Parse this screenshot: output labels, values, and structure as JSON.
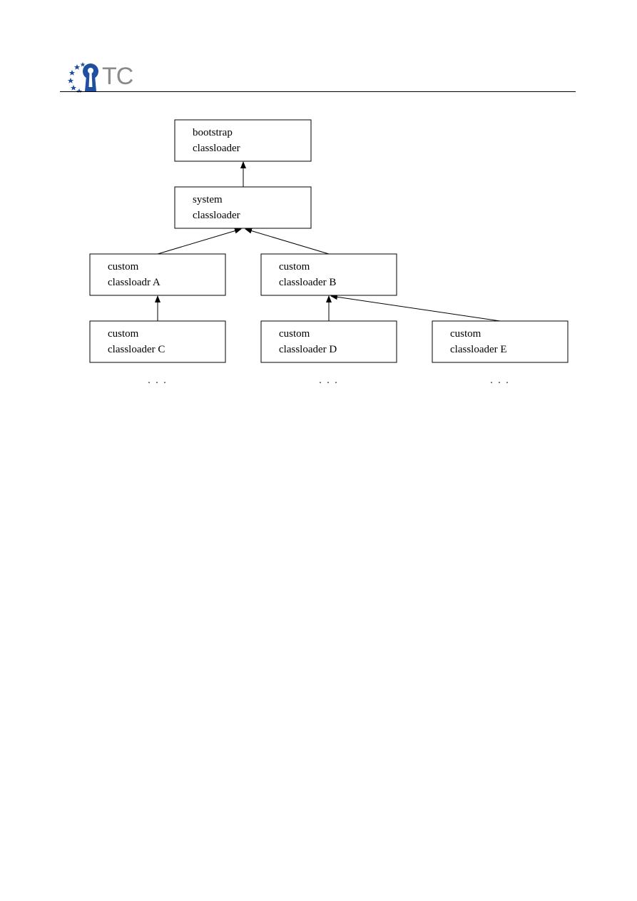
{
  "header": {
    "logo_text": "TC"
  },
  "diagram": {
    "nodes": [
      {
        "id": "bootstrap",
        "line1": "bootstrap",
        "line2": "classloader"
      },
      {
        "id": "system",
        "line1": "system",
        "line2": "classloader"
      },
      {
        "id": "a",
        "line1": "custom",
        "line2": "classloadr A"
      },
      {
        "id": "b",
        "line1": "custom",
        "line2": "classloader B"
      },
      {
        "id": "c",
        "line1": "custom",
        "line2": "classloader C"
      },
      {
        "id": "d",
        "line1": "custom",
        "line2": "classloader D"
      },
      {
        "id": "e",
        "line1": "custom",
        "line2": "classloader E"
      }
    ],
    "edges": [
      {
        "from": "system",
        "to": "bootstrap"
      },
      {
        "from": "a",
        "to": "system"
      },
      {
        "from": "b",
        "to": "system"
      },
      {
        "from": "c",
        "to": "a"
      },
      {
        "from": "d",
        "to": "b"
      },
      {
        "from": "e",
        "to": "b"
      }
    ],
    "continuation": ". . ."
  }
}
